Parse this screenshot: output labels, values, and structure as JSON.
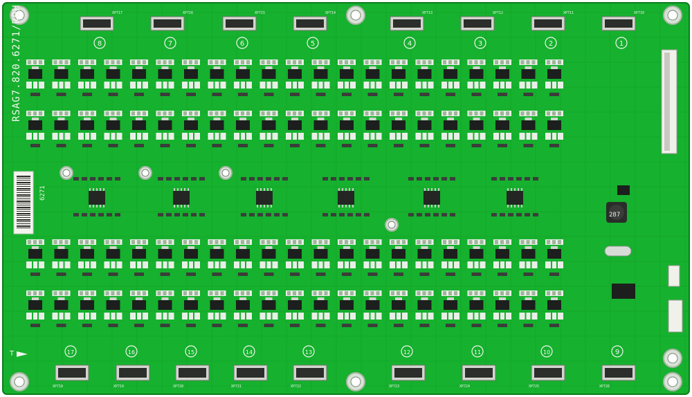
{
  "board": {
    "part_number": "RSAG7.820.6271/ROH",
    "side_number": "6271",
    "inductor_label": "287",
    "top_connector_numbers": [
      "8",
      "7",
      "6",
      "5",
      "4",
      "3",
      "2",
      "1"
    ],
    "bottom_connector_numbers": [
      "17",
      "16",
      "15",
      "14",
      "13",
      "12",
      "11",
      "10",
      "9"
    ],
    "corner_label": "T",
    "top_connector_refs": [
      "XP717",
      "XP716",
      "XP715",
      "XP714",
      "XP713",
      "XP712",
      "XP711",
      "XP710"
    ],
    "bottom_connector_refs": [
      "XP718",
      "XP719",
      "XP720",
      "XP721",
      "XP722",
      "XP723",
      "XP724",
      "XP725",
      "XP726"
    ]
  },
  "colors": {
    "pcb_green": "#16b12e",
    "pcb_dark": "#0f8f22",
    "pad_white": "#e9efe7",
    "component_black": "#1c1f1d",
    "silkscreen": "#f2f6f0"
  }
}
